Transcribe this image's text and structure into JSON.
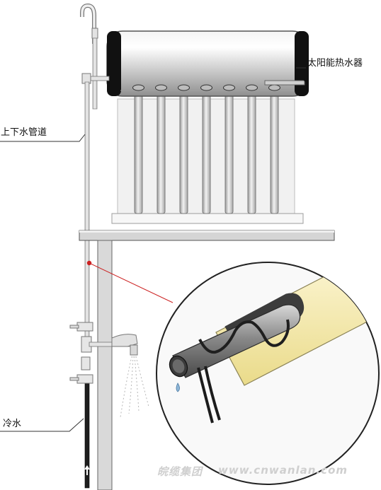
{
  "labels": {
    "heater": "太阳能热水器",
    "pipe": "上下水管道",
    "cold_water": "冷水"
  },
  "watermark": {
    "cn": "皖缆集团",
    "url": "www.cnwanlan.com"
  },
  "colors": {
    "pipe_fill": "#e9e9e9",
    "pipe_stroke": "#777777",
    "callout_line": "#cc2222",
    "insulation": "#f3e8a8",
    "heating_cable": "#2a2a2a"
  }
}
